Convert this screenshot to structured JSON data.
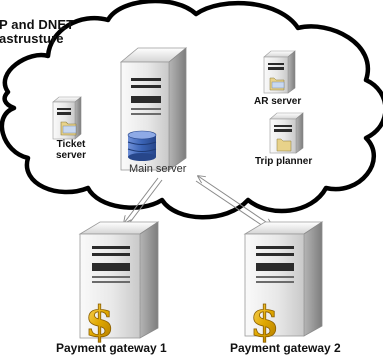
{
  "infrastructure": {
    "title_line1": "P and DNET",
    "title_line2": "astrusture"
  },
  "nodes": {
    "ticket_server": {
      "line1": "Ticket",
      "line2": "server"
    },
    "ar_server": {
      "label": "AR server"
    },
    "trip_planner": {
      "label": "Trip planner"
    },
    "main_server": {
      "label": "Main server"
    },
    "payment_gateway_1": {
      "label": "Payment gateway 1"
    },
    "payment_gateway_2": {
      "label": "Payment gateway 2"
    }
  },
  "colors": {
    "cloud_fill": "#ffffff",
    "cloud_stroke": "#000000",
    "server_light": "#f2f2f2",
    "server_dark": "#9a9a9a",
    "database_blue": "#3a63b5",
    "dollar_gold": "#d9a400"
  },
  "icons": [
    "cloud-shape",
    "server-icon",
    "database-icon",
    "dollar-icon",
    "folder-icon"
  ]
}
